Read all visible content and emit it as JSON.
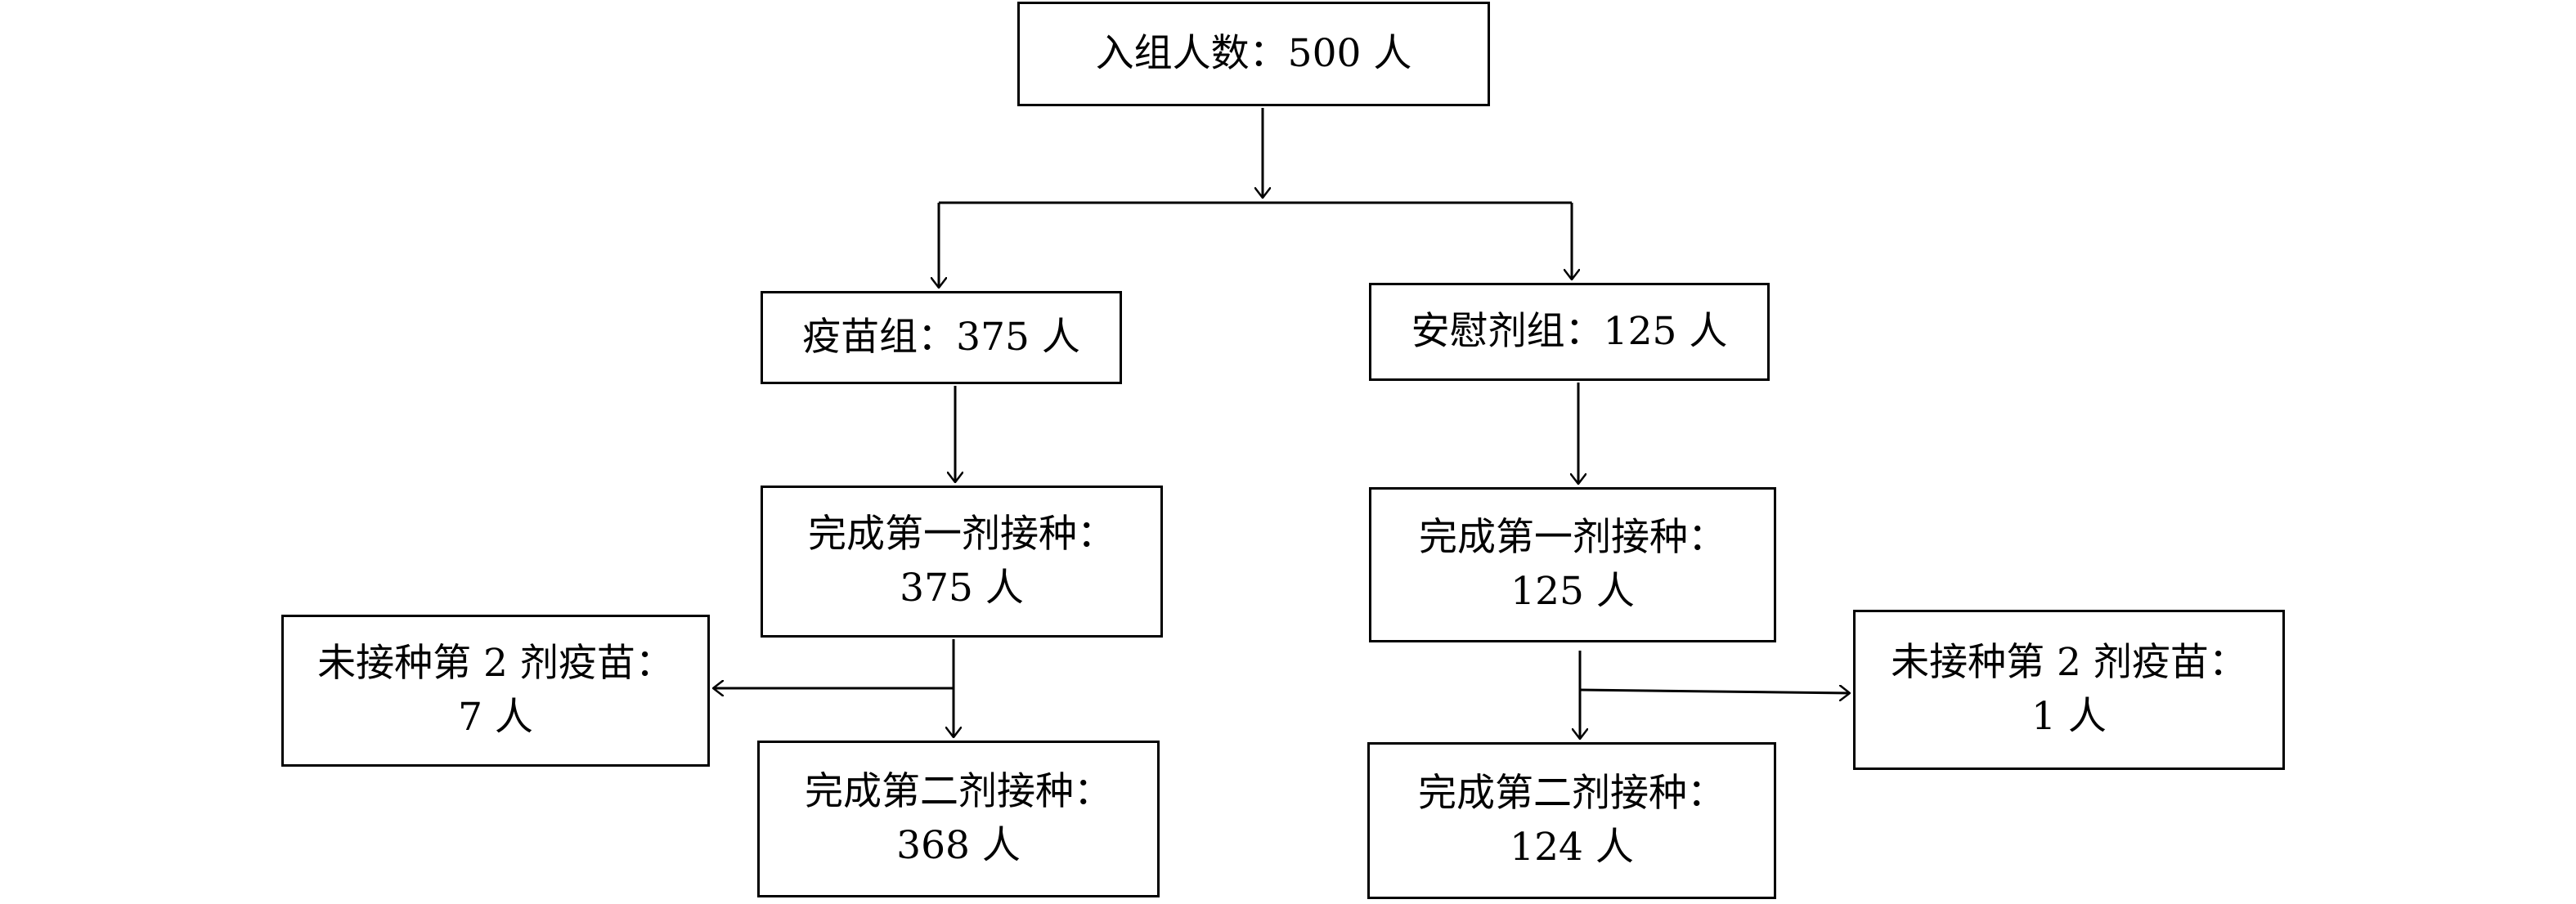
{
  "flowchart": {
    "enrolled": {
      "line1": "入组人数：500 人"
    },
    "vaccine_group": {
      "line1": "疫苗组：375 人"
    },
    "placebo_group": {
      "line1": "安慰剂组：125 人"
    },
    "vaccine_dose1": {
      "line1": "完成第一剂接种：",
      "line2": "375 人"
    },
    "placebo_dose1": {
      "line1": "完成第一剂接种：",
      "line2": "125 人"
    },
    "vaccine_missed_dose2": {
      "line1": "未接种第 2 剂疫苗：",
      "line2": "7 人"
    },
    "placebo_missed_dose2": {
      "line1": "未接种第 2 剂疫苗：",
      "line2": "1 人"
    },
    "vaccine_dose2": {
      "line1": "完成第二剂接种：",
      "line2": "368 人"
    },
    "placebo_dose2": {
      "line1": "完成第二剂接种：",
      "line2": "124 人"
    }
  }
}
